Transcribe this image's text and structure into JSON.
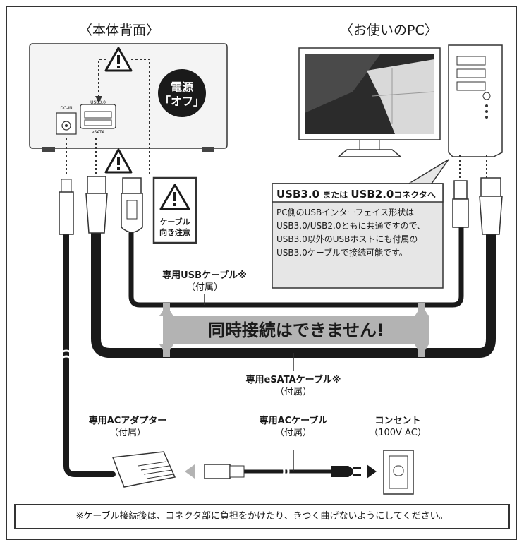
{
  "headings": {
    "back_panel": "〈本体背面〉",
    "your_pc": "〈お使いのPC〉"
  },
  "power_badge": {
    "line1": "電源",
    "line2": "「オフ」"
  },
  "ports": {
    "dc_in": "DC-IN",
    "usb": "USB3.0",
    "esata": "eSATA"
  },
  "caution": {
    "line1": "ケーブル",
    "line2": "向き注意"
  },
  "callout": {
    "title_a": "USB3.0",
    "title_mid": " または ",
    "title_b": "USB2.0",
    "title_end": "コネクタへ",
    "body": "PC側のUSBインターフェイス形状はUSB3.0/USB2.0ともに共通ですので、USB3.0以外のUSBホストにも付属のUSB3.0ケーブルで接続可能です。"
  },
  "banner": "同時接続はできません!",
  "labels": {
    "usb_cable": "専用USBケーブル※",
    "usb_cable_sub": "（付属）",
    "esata_cable": "専用eSATAケーブル※",
    "esata_cable_sub": "（付属）",
    "ac_adapter": "専用ACアダプター",
    "ac_adapter_sub": "（付属）",
    "ac_cable": "専用ACケーブル",
    "ac_cable_sub": "（付属）",
    "outlet": "コンセント",
    "outlet_sub": "（100V AC）"
  },
  "footer_note": "※ケーブル接続後は、コネクタ部に負担をかけたり、きつく曲げないようにしてください。",
  "colors": {
    "cable": "#1a1a1a",
    "arrow_gray": "#b3b3b3",
    "callout_bg": "#e6e6e6",
    "badge": "#1a1a1a"
  }
}
